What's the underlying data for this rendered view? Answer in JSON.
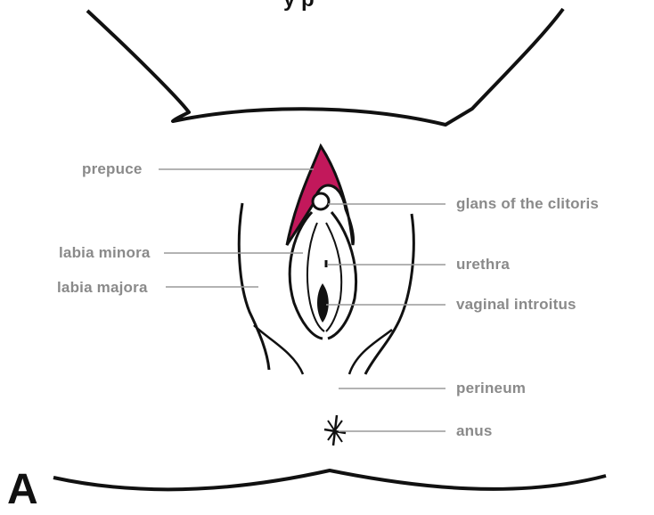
{
  "figure": {
    "panel_letter": "A",
    "top_fragment": "y p",
    "labels": {
      "prepuce": "prepuce",
      "labia_minora": "labia minora",
      "labia_majora": "labia majora",
      "glans": "glans of the clitoris",
      "urethra": "urethra",
      "vaginal_introitus": "vaginal introitus",
      "perineum": "perineum",
      "anus": "anus"
    },
    "colors": {
      "accent": "#c2185b",
      "outline": "#111111",
      "leader": "#9a9a9a",
      "label": "#8a8a8a"
    }
  }
}
